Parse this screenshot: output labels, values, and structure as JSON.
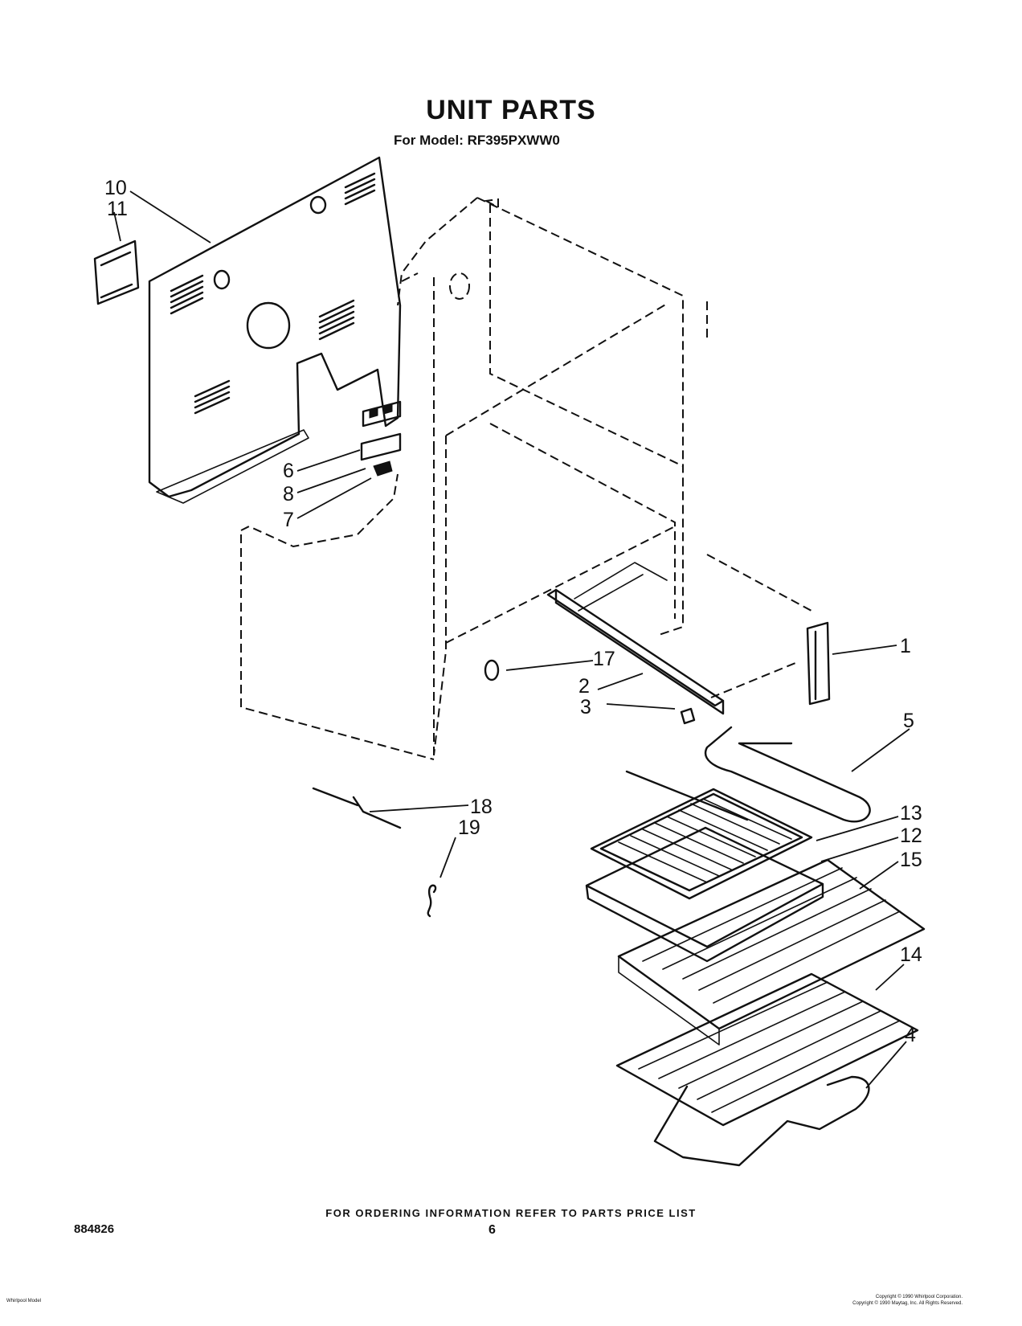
{
  "header": {
    "title": "UNIT PARTS",
    "subtitle": "For Model: RF395PXWW0"
  },
  "callouts": [
    "1",
    "2",
    "3",
    "4",
    "5",
    "6",
    "7",
    "8",
    "10",
    "11",
    "12",
    "13",
    "14",
    "15",
    "17",
    "18",
    "19"
  ],
  "footer": {
    "ordering_note": "FOR ORDERING INFORMATION REFER TO PARTS PRICE LIST",
    "doc_number": "884826",
    "page_number": "6",
    "left_small": "Whirlpool Model",
    "copyright_line1": "Copyright © 1990 Whirlpool Corporation.",
    "copyright_line2": "Copyright © 1990 Maytag, Inc. All Rights Reserved."
  }
}
